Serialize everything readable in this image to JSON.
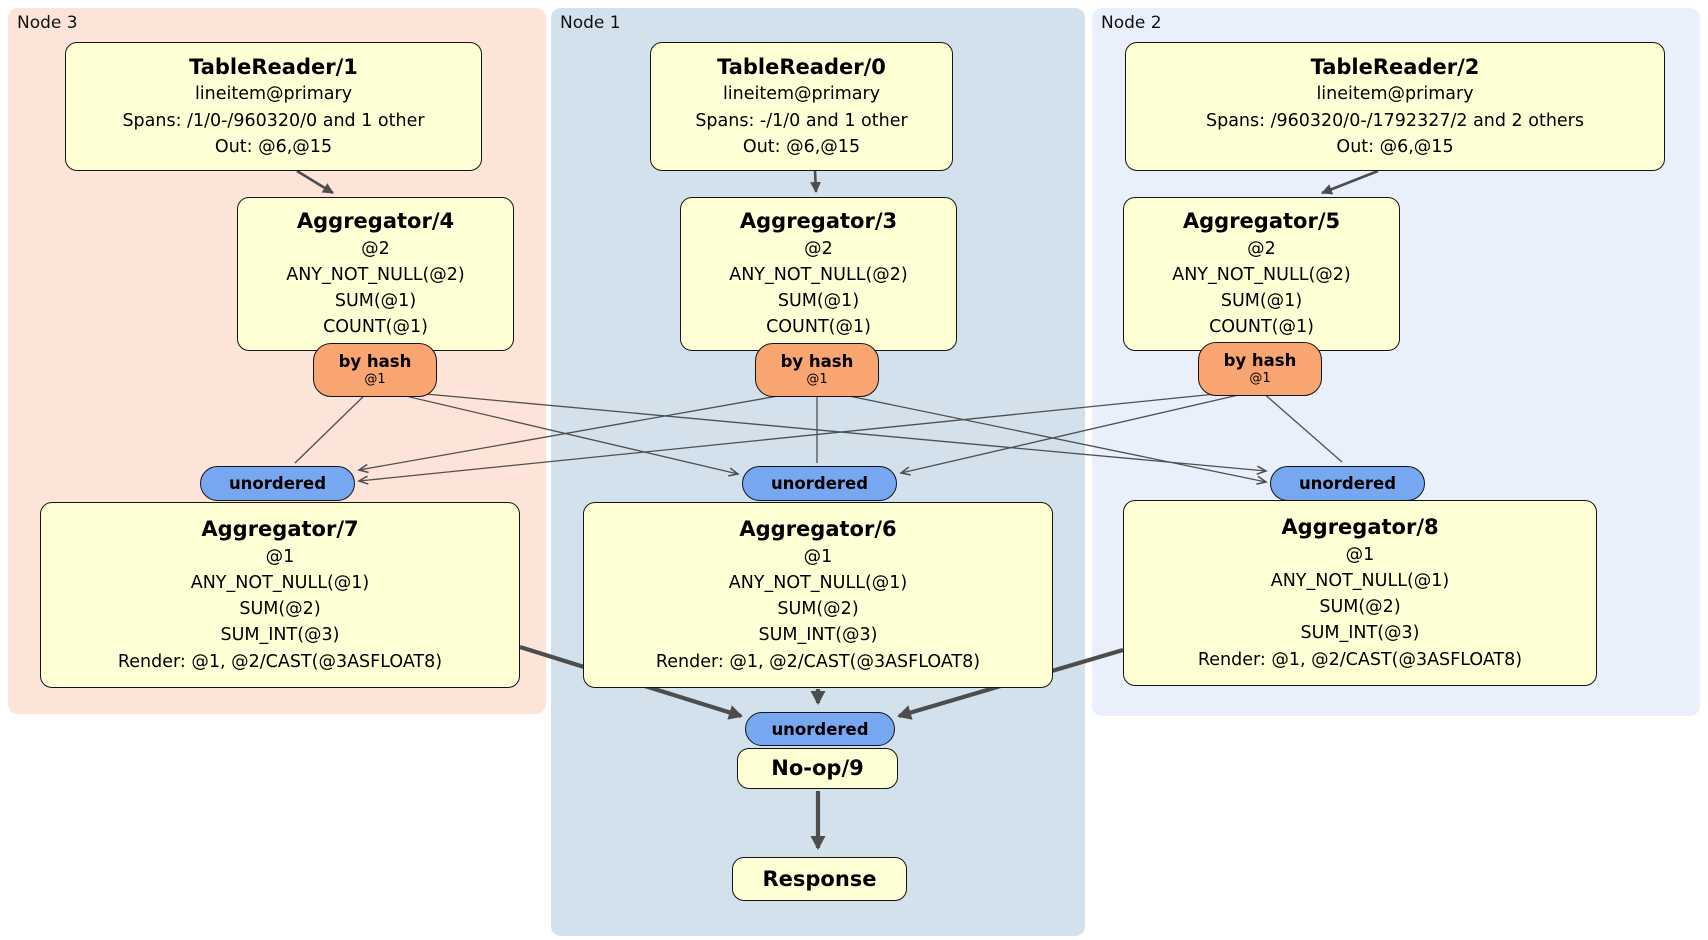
{
  "node_labels": {
    "node3": "Node 3",
    "node1": "Node 1",
    "node2": "Node 2"
  },
  "boxes": {
    "tr1": {
      "title": "TableReader/1",
      "lines": [
        "lineitem@primary",
        "Spans: /1/0-/960320/0 and 1 other",
        "Out: @6,@15"
      ]
    },
    "tr0": {
      "title": "TableReader/0",
      "lines": [
        "lineitem@primary",
        "Spans: -/1/0 and 1 other",
        "Out: @6,@15"
      ]
    },
    "tr2": {
      "title": "TableReader/2",
      "lines": [
        "lineitem@primary",
        "Spans: /960320/0-/1792327/2 and 2 others",
        "Out: @6,@15"
      ]
    },
    "agg4": {
      "title": "Aggregator/4",
      "lines": [
        "@2",
        "ANY_NOT_NULL(@2)",
        "SUM(@1)",
        "COUNT(@1)"
      ]
    },
    "agg3": {
      "title": "Aggregator/3",
      "lines": [
        "@2",
        "ANY_NOT_NULL(@2)",
        "SUM(@1)",
        "COUNT(@1)"
      ]
    },
    "agg5": {
      "title": "Aggregator/5",
      "lines": [
        "@2",
        "ANY_NOT_NULL(@2)",
        "SUM(@1)",
        "COUNT(@1)"
      ]
    },
    "agg7": {
      "title": "Aggregator/7",
      "lines": [
        "@1",
        "ANY_NOT_NULL(@1)",
        "SUM(@2)",
        "SUM_INT(@3)",
        "Render: @1, @2/CAST(@3ASFLOAT8)"
      ]
    },
    "agg6": {
      "title": "Aggregator/6",
      "lines": [
        "@1",
        "ANY_NOT_NULL(@1)",
        "SUM(@2)",
        "SUM_INT(@3)",
        "Render: @1, @2/CAST(@3ASFLOAT8)"
      ]
    },
    "agg8": {
      "title": "Aggregator/8",
      "lines": [
        "@1",
        "ANY_NOT_NULL(@1)",
        "SUM(@2)",
        "SUM_INT(@3)",
        "Render: @1, @2/CAST(@3ASFLOAT8)"
      ]
    },
    "noop": {
      "title": "No-op/9"
    },
    "response": {
      "title": "Response"
    }
  },
  "router": {
    "label": "by hash",
    "detail": "@1"
  },
  "sync": {
    "label": "unordered"
  },
  "colors": {
    "node3_bg": "#fce4d8",
    "node1_bg": "#d2e1eb",
    "node2_bg": "#e9effb",
    "box_fill": "#ffffd6",
    "router_fill": "#f9a572",
    "sync_fill": "#78a7f1",
    "edge": "#4d4d4d"
  }
}
